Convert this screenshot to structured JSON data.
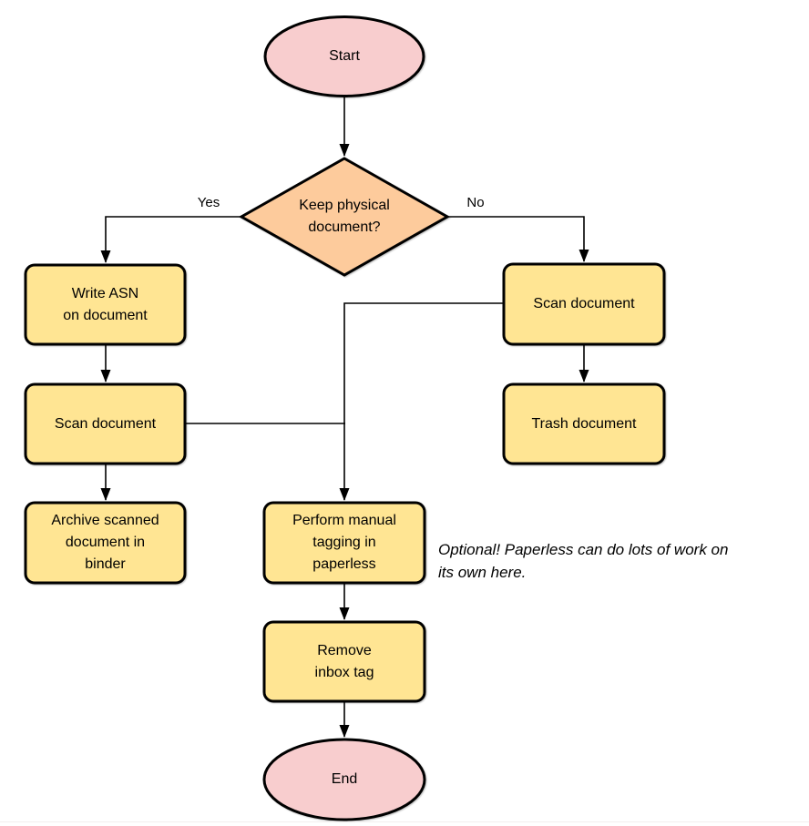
{
  "diagram": {
    "type": "flowchart",
    "colors": {
      "terminator_fill": "#f8cdce",
      "decision_fill": "#fdcb9c",
      "process_fill": "#ffe593",
      "stroke": "#000000",
      "text": "#000000"
    },
    "nodes": {
      "start": {
        "label": "Start",
        "shape": "terminator"
      },
      "decision": {
        "label": "Keep physical\ndocument?",
        "shape": "decision"
      },
      "write_asn": {
        "label": "Write ASN\non document",
        "shape": "process"
      },
      "scan_left": {
        "label": "Scan document",
        "shape": "process"
      },
      "archive": {
        "label": "Archive scanned\ndocument in\nbinder",
        "shape": "process"
      },
      "scan_right": {
        "label": "Scan document",
        "shape": "process"
      },
      "trash": {
        "label": "Trash document",
        "shape": "process"
      },
      "perform_tagging": {
        "label": "Perform manual\ntagging in\npaperless",
        "shape": "process"
      },
      "remove_inbox": {
        "label": "Remove\ninbox tag",
        "shape": "process"
      },
      "end": {
        "label": "End",
        "shape": "terminator"
      }
    },
    "edge_labels": {
      "yes": "Yes",
      "no": "No"
    },
    "edges": [
      {
        "from": "start",
        "to": "decision"
      },
      {
        "from": "decision",
        "to": "write_asn",
        "label": "Yes"
      },
      {
        "from": "decision",
        "to": "scan_right",
        "label": "No"
      },
      {
        "from": "write_asn",
        "to": "scan_left"
      },
      {
        "from": "scan_left",
        "to": "archive"
      },
      {
        "from": "scan_left",
        "to": "perform_tagging"
      },
      {
        "from": "scan_right",
        "to": "trash"
      },
      {
        "from": "scan_right",
        "to": "perform_tagging"
      },
      {
        "from": "perform_tagging",
        "to": "remove_inbox"
      },
      {
        "from": "remove_inbox",
        "to": "end"
      }
    ],
    "note": "Optional! Paperless can do lots of work on\nits own here."
  }
}
